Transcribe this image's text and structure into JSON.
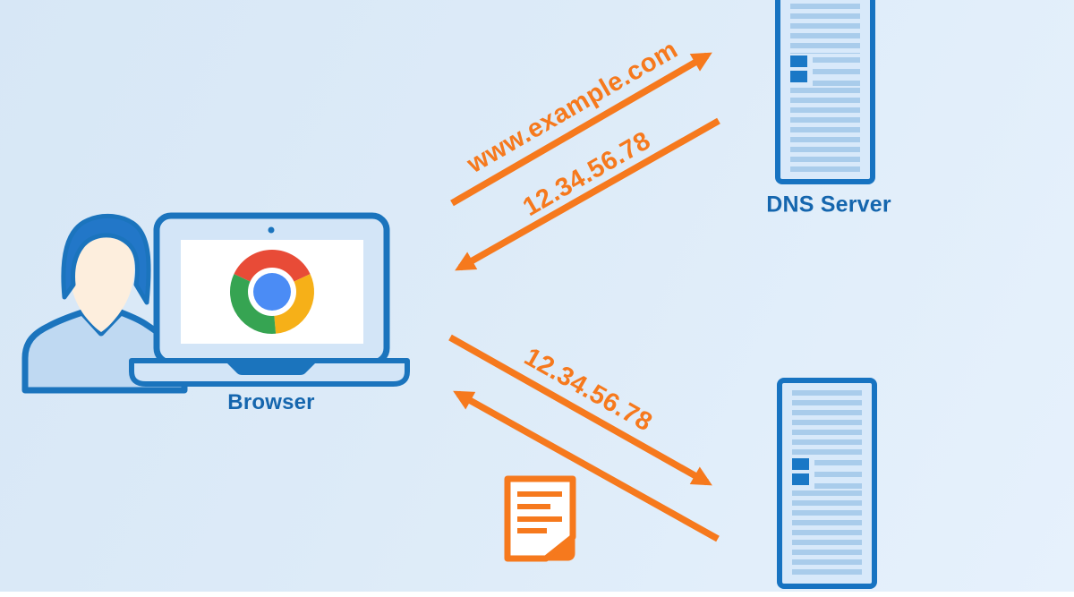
{
  "diagram": "dns-resolution-flow",
  "nodes": {
    "browser": {
      "label": "Browser",
      "icon": "chrome-browser-icon"
    },
    "user": {
      "icon": "user-icon"
    },
    "dns_server": {
      "label": "DNS Server",
      "icon": "server-icon"
    },
    "web_server": {
      "icon": "server-icon"
    }
  },
  "flows": [
    {
      "label": "www.example.com",
      "from": "browser",
      "to": "dns_server"
    },
    {
      "label": "12.34.56.78",
      "from": "dns_server",
      "to": "browser"
    },
    {
      "label": "12.34.56.78",
      "from": "browser",
      "to": "web_server"
    },
    {
      "label": "",
      "from": "web_server",
      "to": "browser",
      "icon": "document-icon"
    }
  ],
  "colors": {
    "background_top_left": "#d7e7f6",
    "background_bottom_right": "#e6f1fc",
    "arrow_orange": "#f6791d",
    "outline_blue": "#1b74bd",
    "label_blue": "#1566ae",
    "panel_fill_blue": "#d5e6f8",
    "stripe_blue": "#a9cceb",
    "led_block_blue": "#1a78c6",
    "hair_blue": "#2277c8",
    "body_blue": "#bfd9f2",
    "skin": "#fdeedd",
    "chrome_red": "#e84b37",
    "chrome_yellow": "#f6b018",
    "chrome_green": "#36a452",
    "chrome_blue": "#4b8cf5"
  }
}
